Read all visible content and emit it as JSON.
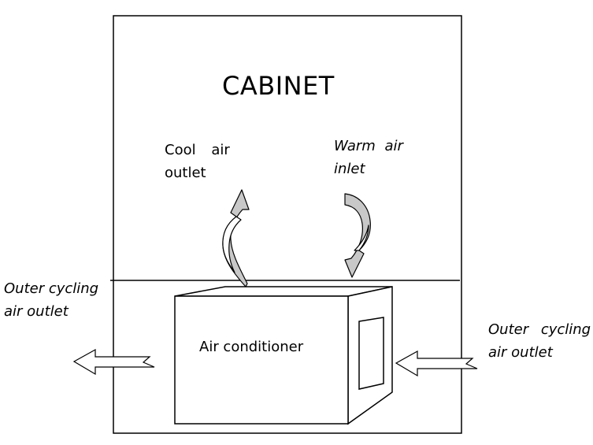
{
  "cabinet": {
    "title": "CABINET"
  },
  "airflow": {
    "cool_outlet": {
      "line1": "Cool air",
      "line2": "outlet"
    },
    "warm_inlet": {
      "line1": "Warm air",
      "line2": "inlet"
    }
  },
  "unit": {
    "label": "Air conditioner"
  },
  "outer_cycling": {
    "left": {
      "line1": "Outer cycling",
      "line2": "air outlet"
    },
    "right": {
      "line1": "Outer cycling",
      "line2": "air outlet"
    }
  },
  "colors": {
    "stroke": "#000000",
    "arrow_fill": "#c8c8c8",
    "background": "#ffffff"
  }
}
